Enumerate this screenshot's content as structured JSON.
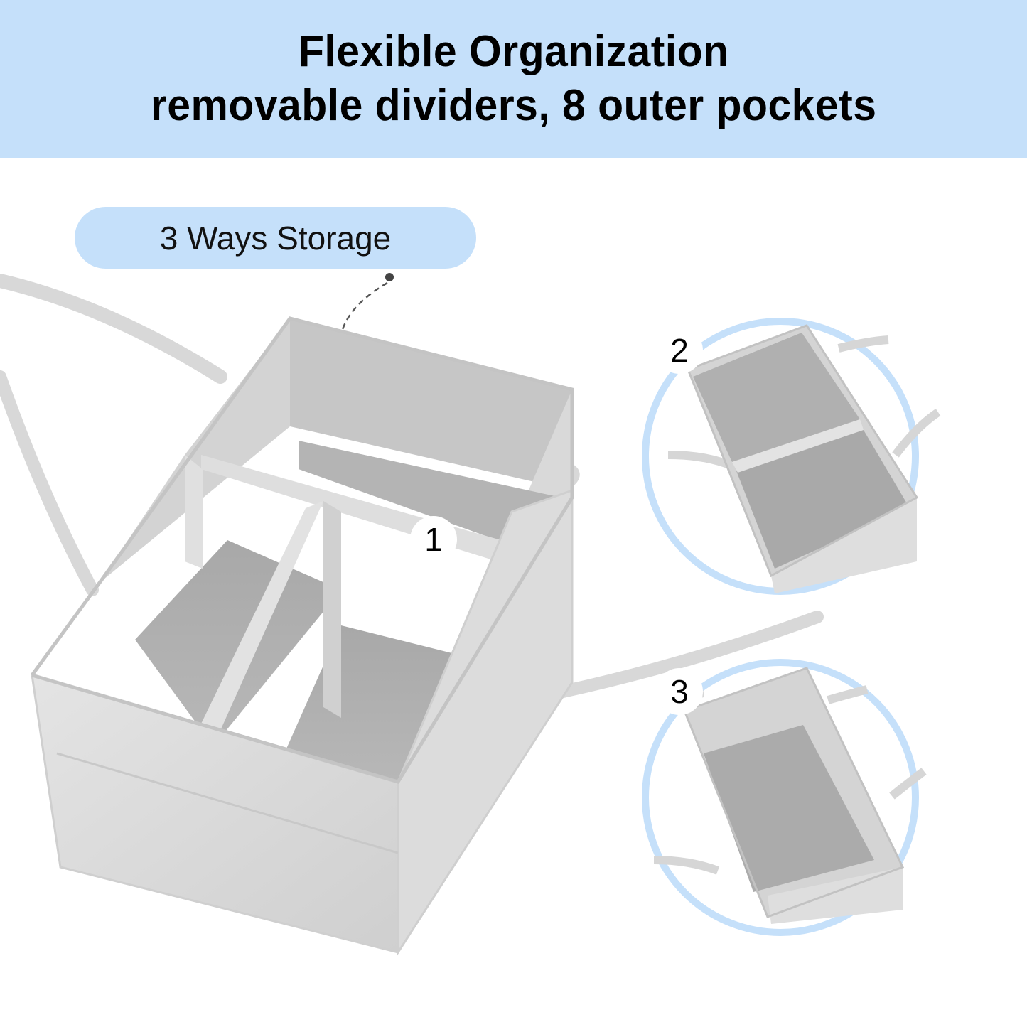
{
  "banner": {
    "title": "Flexible Organization",
    "subtitle": "removable dividers, 8 outer pockets",
    "background": "#c5e0fa"
  },
  "callout": {
    "label": "3 Ways Storage",
    "background": "#c5e0fa"
  },
  "configurations": [
    {
      "number": "1",
      "description": "organizer with two removable dividers (three compartments)"
    },
    {
      "number": "2",
      "description": "organizer with one divider (two compartments)"
    },
    {
      "number": "3",
      "description": "organizer with no dividers (one large compartment)"
    }
  ],
  "colors": {
    "accent_ring": "#c5e0fa",
    "felt_light": "#e2e2e2",
    "felt_mid": "#bdbdbd",
    "felt_dark": "#9a9a9a"
  }
}
